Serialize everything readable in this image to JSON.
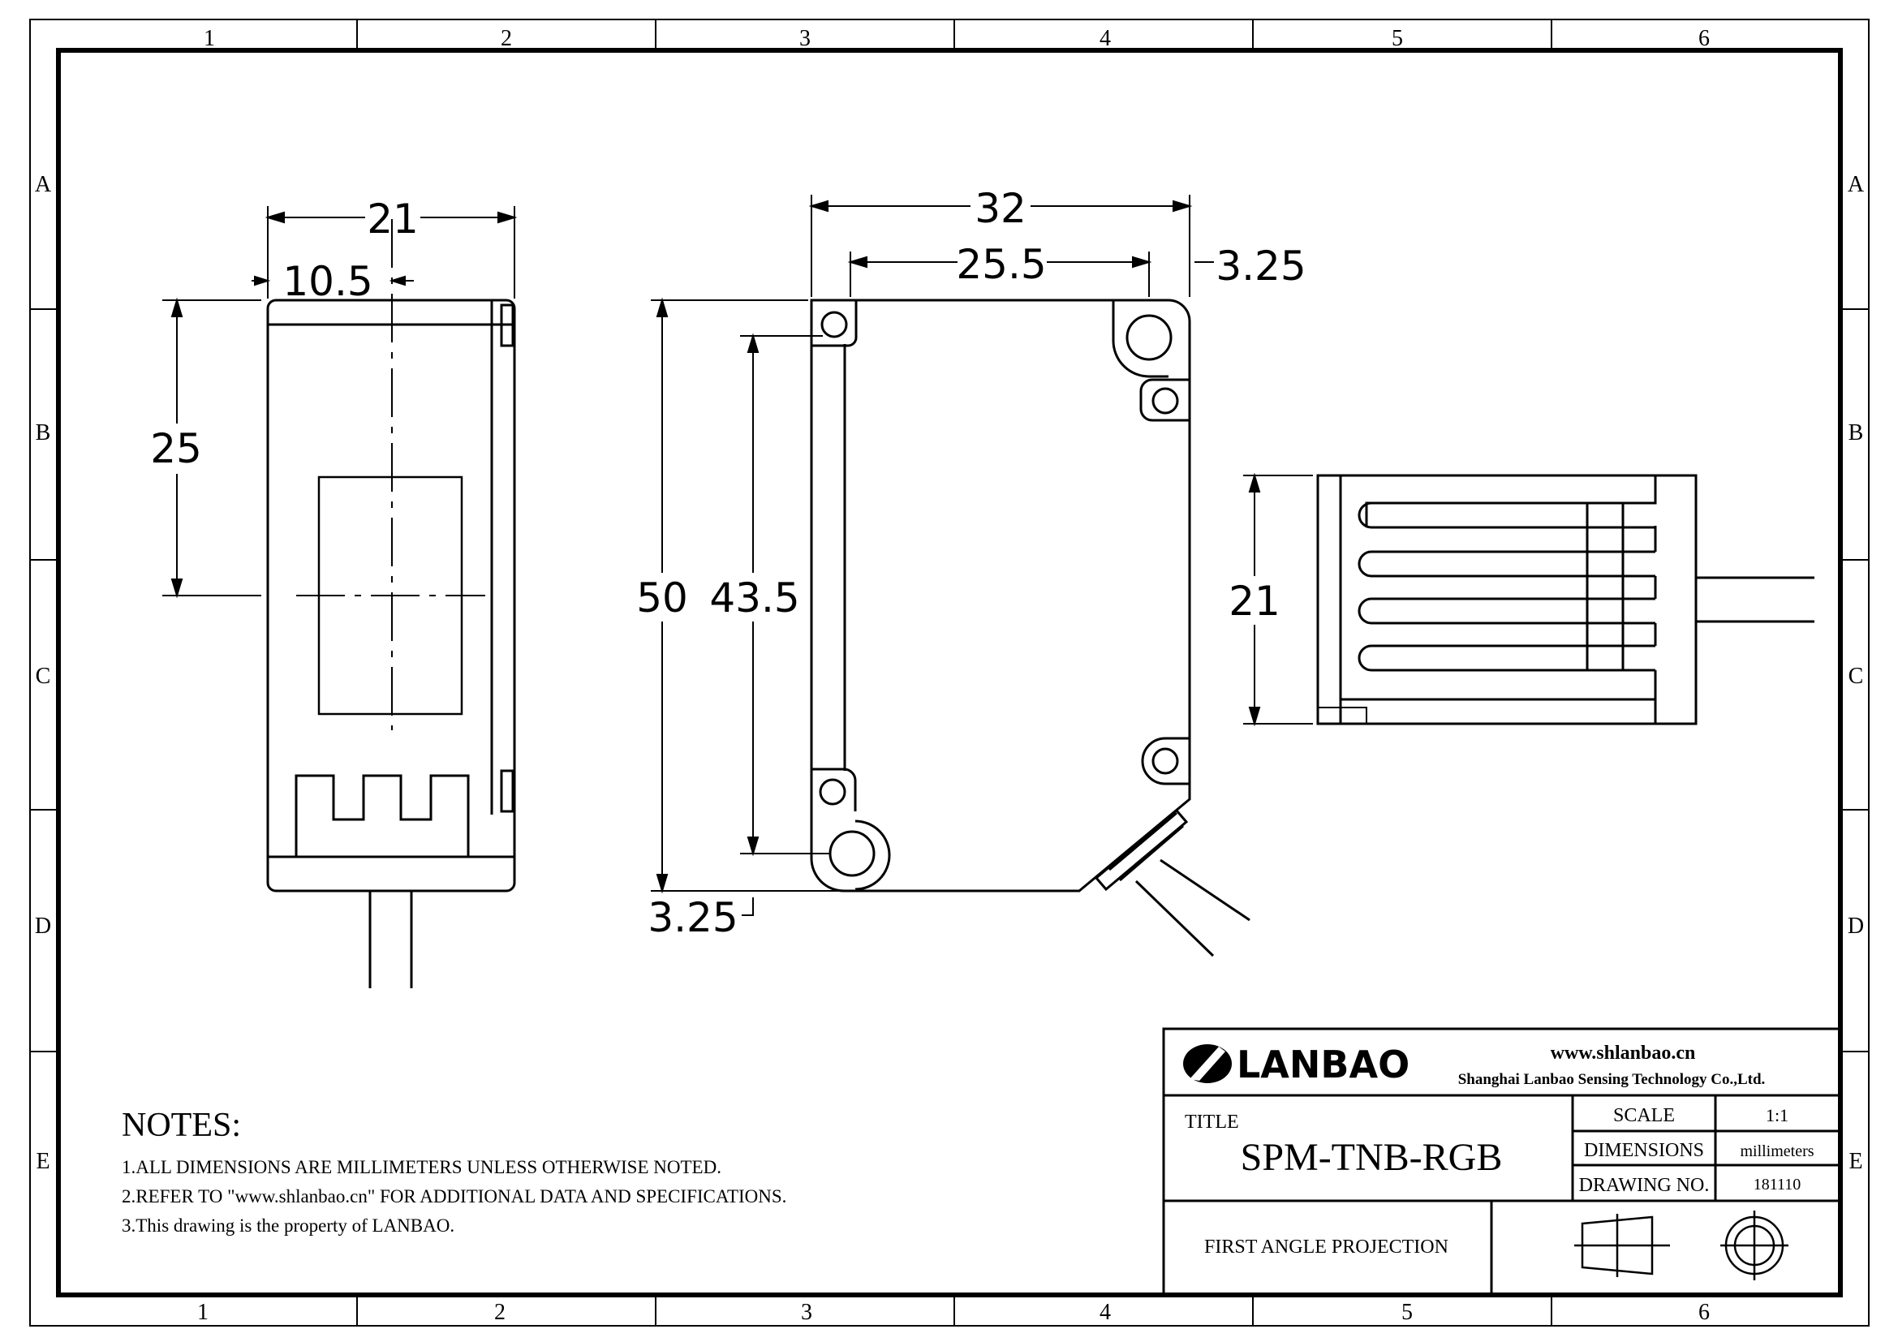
{
  "grid": {
    "columns": [
      "1",
      "2",
      "3",
      "4",
      "5",
      "6"
    ],
    "rows": [
      "A",
      "B",
      "C",
      "D",
      "E"
    ]
  },
  "dimensions": {
    "side_width": "21",
    "side_half_width": "10.5",
    "side_height": "25",
    "front_width": "32",
    "front_hole_spacing": "25.5",
    "front_offset_top": "3.25",
    "front_height": "50",
    "front_hole_height": "43.5",
    "front_offset_bottom": "3.25",
    "top_view_height": "21"
  },
  "notes": {
    "heading": "NOTES:",
    "items": [
      "1.ALL DIMENSIONS ARE MILLIMETERS UNLESS OTHERWISE NOTED.",
      "2.REFER TO \"www.shlanbao.cn\" FOR ADDITIONAL DATA AND SPECIFICATIONS.",
      "3.This drawing is the property of LANBAO."
    ]
  },
  "title_block": {
    "logo_text": "LANBAO",
    "website": "www.shlanbao.cn",
    "company": "Shanghai Lanbao Sensing Technology Co.,Ltd.",
    "title_label": "TITLE",
    "title_value": "SPM-TNB-RGB",
    "scale_label": "SCALE",
    "scale_value": "1:1",
    "dimensions_label": "DIMENSIONS",
    "dimensions_value": "millimeters",
    "drawing_no_label": "DRAWING NO.",
    "drawing_no_value": "181110",
    "projection_label": "FIRST ANGLE PROJECTION"
  }
}
